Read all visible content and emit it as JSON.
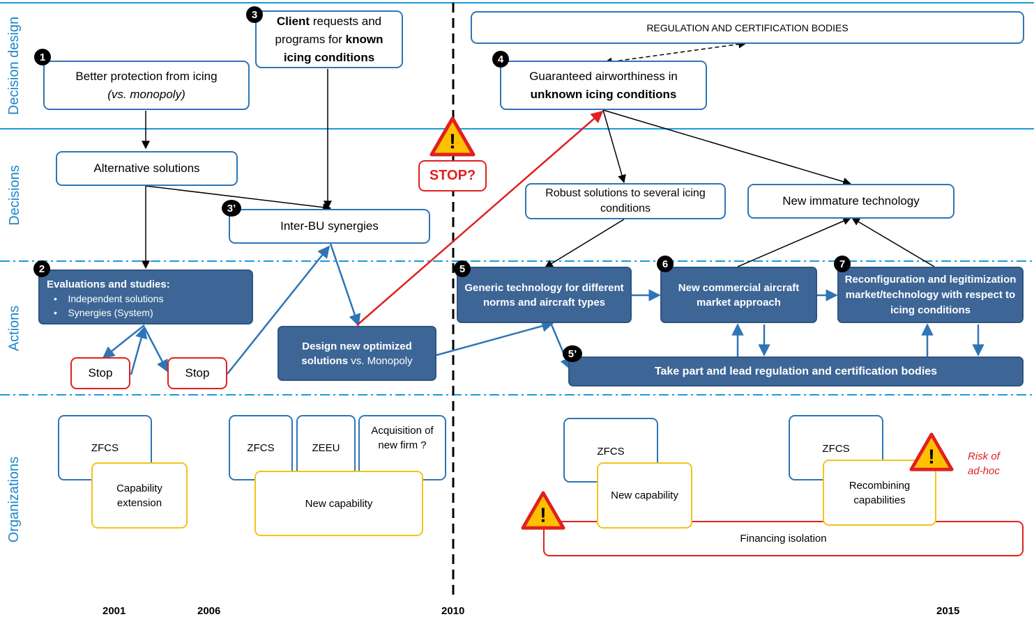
{
  "lanes": [
    "Decision design",
    "Decisions",
    "Actions",
    "Organizations"
  ],
  "years": [
    "2001",
    "2006",
    "2010",
    "2015"
  ],
  "boxes": {
    "better_protection": {
      "line1": "Better protection from icing",
      "line2": "(vs. monopoly)"
    },
    "client_requests": {
      "l1a": "Client",
      "l1b": " requests and",
      "l2": "programs for ",
      "l2b": "known",
      "l3": "icing conditions"
    },
    "regulation_bodies": "REGULATION AND CERTIFICATION BODIES",
    "guaranteed": {
      "line1": "Guaranteed airworthiness in",
      "line2": "unknown icing conditions"
    },
    "alternative": "Alternative solutions",
    "inter_bu": "Inter-BU synergies",
    "stop_question": "STOP?",
    "robust": "Robust solutions to several icing conditions",
    "immature": "New immature technology",
    "evaluations": {
      "title": "Evaluations and studies:",
      "items": [
        "Independent solutions",
        "Synergies (System)"
      ]
    },
    "stop1": "Stop",
    "stop2": "Stop",
    "design_new": {
      "bold": "Design new optimized solutions",
      "normal": " vs. Monopoly"
    },
    "generic": "Generic technology for different norms and aircraft types",
    "commercial": "New commercial aircraft market approach",
    "reconfig": "Reconfiguration and legitimization market/technology with respect to icing conditions",
    "take_part": "Take part and lead regulation and certification bodies",
    "zfcs1": "ZFCS",
    "capability_ext": "Capability extension",
    "zfcs2": "ZFCS",
    "zeeu": "ZEEU",
    "acquisition": "Acquisition of new firm ?",
    "new_capability1": "New capability",
    "zfcs3": "ZFCS",
    "new_capability2": "New capability",
    "zfcs4": "ZFCS",
    "recombining": "Recombining capabilities",
    "financing": "Financing isolation",
    "risk": {
      "line1": "Risk of",
      "line2": "ad-hoc"
    }
  },
  "numbers": [
    "1",
    "2",
    "3",
    "3’",
    "4",
    "5",
    "5’",
    "6",
    "7"
  ],
  "warning_glyph": "!",
  "icons": [
    "warning-triangle-icon"
  ],
  "colors": {
    "lane_text": "#1a86c8",
    "dark_box": "#3d6696",
    "blue_border": "#2e75b6",
    "orange_border": "#f5c21b",
    "red": "#e02020",
    "arrow_blue": "#2e75b6"
  }
}
